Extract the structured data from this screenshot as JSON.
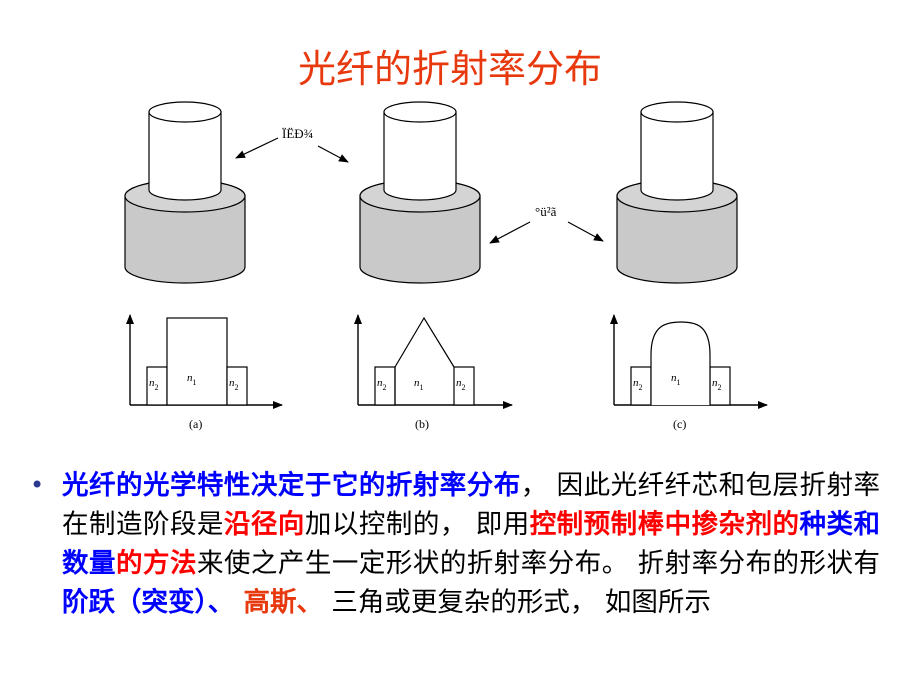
{
  "title": "光纤的折射率分布",
  "figure": {
    "label_core": "ÏËÐ¾",
    "label_clad": "°ü²ã",
    "n1": "n",
    "n1_sub": "1",
    "n2": "n",
    "n2_sub": "2",
    "captions": [
      "(a)",
      "(b)",
      "(c)"
    ]
  },
  "paragraph": {
    "bullet": "•",
    "segments": [
      {
        "text": "光纤的光学特性决定于它的折射率分布",
        "style": "blue"
      },
      {
        "text": "， 因此光纤纤芯和包层折射率在制造阶段是",
        "style": "plain"
      },
      {
        "text": "沿径向",
        "style": "red"
      },
      {
        "text": "加以控制的， 即用",
        "style": "plain"
      },
      {
        "text": "控制预制棒中掺杂剂的",
        "style": "red"
      },
      {
        "text": "种类和数量",
        "style": "blue"
      },
      {
        "text": "的方法",
        "style": "red"
      },
      {
        "text": "来使之产生一定形状的折射率分布。 折射率分布的形状有",
        "style": "plain"
      },
      {
        "text": "阶跃（突变）、",
        "style": "blue"
      },
      {
        "text": " 高斯、",
        "style": "orange"
      },
      {
        "text": " 三角或更复杂的形式， 如图所示",
        "style": "plain"
      }
    ]
  }
}
